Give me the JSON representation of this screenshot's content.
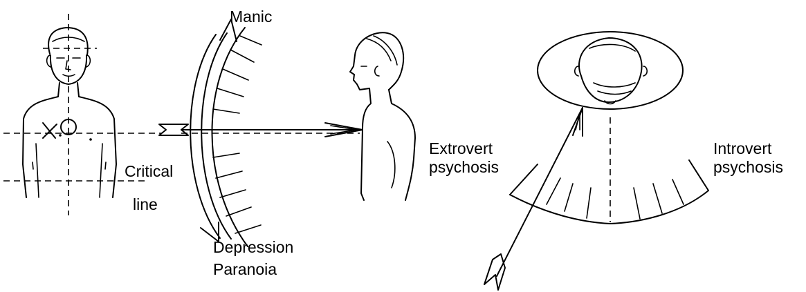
{
  "labels": {
    "manic": "Manic",
    "critical": "Critical",
    "line": "line",
    "depression": "Depression",
    "paranoia": "Paranoia",
    "extrovert_1": "Extrovert",
    "extrovert_2": "psychosis",
    "introvert_1": "Introvert",
    "introvert_2": "psychosis"
  },
  "colors": {
    "ink": "#000000",
    "background": "#ffffff"
  }
}
